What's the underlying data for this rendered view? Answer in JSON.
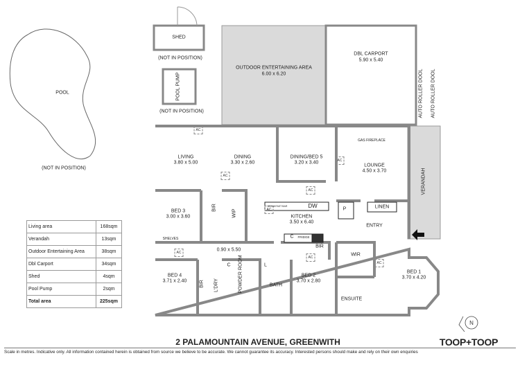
{
  "title": "2 PALAMOUNTAIN AVENUE, GREENWITH",
  "brand": "TOOP+TOOP",
  "disclaimer": "Scale in metres. Indicative only. All information contained herein is obtained from source we believe to be accurate. We cannot guarantee its accuracy. Interested persons should make and rely on their own enquiries",
  "north": "N",
  "outside": {
    "pool": "POOL",
    "pool_note": "(NOT IN POSITION)",
    "shed": "SHED",
    "shed_note": "(NOT IN POSITION)",
    "pool_pump": "POOL PUMP",
    "pool_pump_note": "(NOT IN POSITION)",
    "outdoor": "OUTDOOR ENTERTAINING AREA",
    "outdoor_dim": "6.00 x 6.20",
    "carport": "DBL CARPORT",
    "carport_dim": "5.90 x 5.40",
    "roller1": "AUTO ROLLER DOOL",
    "roller2": "AUTO ROLLER DOOL",
    "verandah": "VERANDAH"
  },
  "rooms": {
    "living": "LIVING",
    "living_dim": "3.80 x 5.00",
    "dining": "DINING",
    "dining_dim": "3.30 x 2.60",
    "dining_bed5": "DINING/BED 5",
    "dining_bed5_dim": "3.20 x 3.40",
    "lounge": "LOUNGE",
    "lounge_dim": "4.50 x 3.70",
    "gas_fireplace": "GAS FIREPLACE",
    "bed3": "BED 3",
    "bed3_dim": "3.00 x 3.60",
    "bir": "BIR",
    "wip": "WIP",
    "kitchen": "KITCHEN",
    "kitchen_dim": "3.50 x 6.40",
    "breakfast_bar": "BREAKFAST BAR",
    "dw": "DW",
    "p": "P",
    "linen": "LINEN",
    "entry": "ENTRY",
    "shelves": "SHELVES",
    "hall_dim": "0.90 x 5.50",
    "c": "C",
    "fridge": "FRIDGE",
    "wir": "WIR",
    "bed1": "BED 1",
    "bed1_dim": "3.70 x 4.20",
    "bed4": "BED 4",
    "bed4_dim": "3.71 x 2.40",
    "ldry": "L'DRY",
    "powder": "POWDER ROOM",
    "l": "L",
    "bath": "BATH",
    "bed2": "BED 2",
    "bed2_dim": "3.70 x 2.80",
    "ensuite": "ENSUITE",
    "ac": "AC"
  },
  "areas": [
    {
      "label": "Living area",
      "value": "168sqm"
    },
    {
      "label": "Verandah",
      "value": "13sqm"
    },
    {
      "label": "Outdoor Entertaining Area",
      "value": "38sqm"
    },
    {
      "label": "Dbl Carport",
      "value": "34sqm"
    },
    {
      "label": "Shed",
      "value": "4sqm"
    },
    {
      "label": "Pool Pump",
      "value": "2sqm"
    },
    {
      "label": "Total area",
      "value": "225sqm"
    }
  ]
}
